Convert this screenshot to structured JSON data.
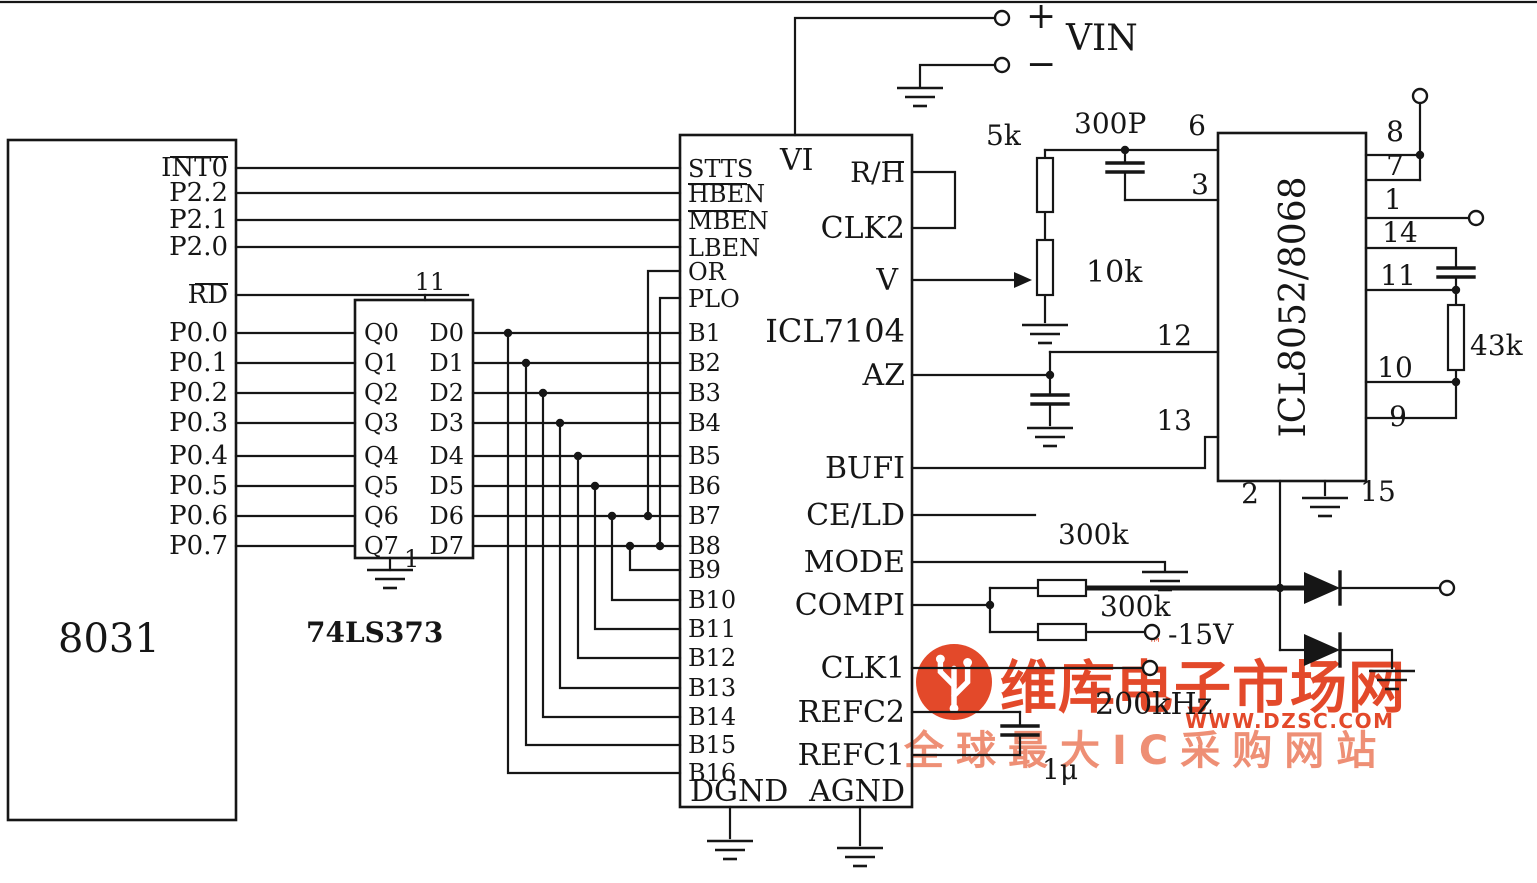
{
  "watermark": {
    "brand": "维库电子市场网",
    "tm": "™",
    "url": "WWW.DZSC.COM",
    "slogan": "全球最大IC采购网站",
    "brand_color": "#e2401f",
    "slogan_color": "#ee8a6e"
  },
  "mcu": {
    "name": "8031",
    "int0": "INT0",
    "p2": [
      "P2.2",
      "P2.1",
      "P2.0"
    ],
    "rd": "RD",
    "p0": [
      "P0.0",
      "P0.1",
      "P0.2",
      "P0.3",
      "P0.4",
      "P0.5",
      "P0.6",
      "P0.7"
    ]
  },
  "latch": {
    "name": "74LS373",
    "pin11": "11",
    "pin1": "1",
    "q": [
      "Q0",
      "Q1",
      "Q2",
      "Q3",
      "Q4",
      "Q5",
      "Q6",
      "Q7"
    ],
    "d": [
      "D0",
      "D1",
      "D2",
      "D3",
      "D4",
      "D5",
      "D6",
      "D7"
    ]
  },
  "adc": {
    "name": "ICL7104",
    "stts": "STTS",
    "hben": "HBEN",
    "mben": "MBEN",
    "lben": "LBEN",
    "or": "OR",
    "plo": "PLO",
    "b": [
      "B1",
      "B2",
      "B3",
      "B4",
      "B5",
      "B6",
      "B7",
      "B8",
      "B9",
      "B10",
      "B11",
      "B12",
      "B13",
      "B14",
      "B15",
      "B16"
    ],
    "dgnd": "DGND",
    "agnd": "AGND",
    "vi": "VI",
    "rh": "R/H",
    "clk2": "CLK2",
    "v": "V",
    "az": "AZ",
    "bufi": "BUFI",
    "celd": "CE/LD",
    "mode": "MODE",
    "compi": "COMPI",
    "clk1": "CLK1",
    "refc2": "REFC2",
    "refc1": "REFC1"
  },
  "ref_ic": {
    "name": "ICL8052/8068",
    "p6": "6",
    "p3": "3",
    "p12": "12",
    "p13": "13",
    "p2": "2",
    "p15": "15",
    "p8": "8",
    "p7": "7",
    "p1": "1",
    "p14": "14",
    "p11": "11",
    "p10": "10",
    "p9": "9"
  },
  "parts": {
    "vin": "VIN",
    "plus": "+",
    "minus": "−",
    "r_5k": "5k",
    "c_300p": "300P",
    "r_10k": "10k",
    "r_300k_top": "300k",
    "r_300k_bot": "300k",
    "v_neg15": "-15V",
    "f_clk": "200kHz",
    "c_ref": "1μ",
    "r_43k": "43k"
  }
}
